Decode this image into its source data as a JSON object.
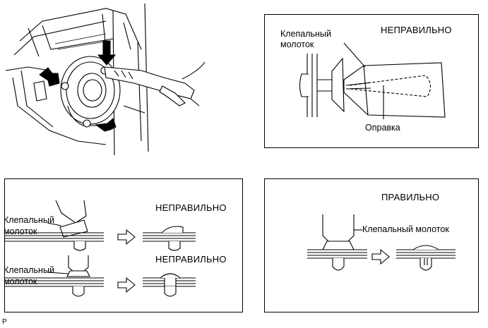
{
  "panels": {
    "top_right": {
      "tool_label_lines": [
        "Клепальный",
        "молоток"
      ],
      "status": "НЕПРАВИЛЬНО",
      "mandrel_label": "Оправка"
    },
    "bottom_left": {
      "row1_tool_label_lines": [
        "Клепальный",
        "молоток"
      ],
      "row1_status": "НЕПРАВИЛЬНО",
      "row2_tool_label_lines": [
        "Клепальный",
        "молоток"
      ],
      "row2_status": "НЕПРАВИЛЬНО"
    },
    "bottom_right": {
      "status": "ПРАВИЛЬНО",
      "tool_label": "Клепальный молоток"
    }
  },
  "footer": {
    "code": "P"
  }
}
